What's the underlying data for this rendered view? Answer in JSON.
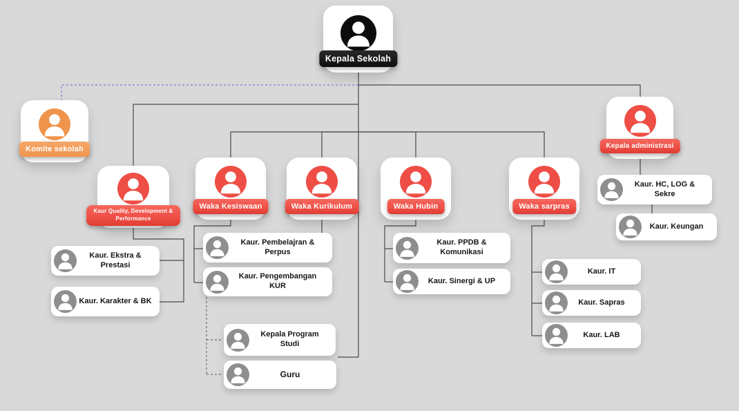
{
  "colors": {
    "background": "#d9d9d9",
    "card": "#ffffff",
    "red": "#ee4e45",
    "orange": "#f0944c",
    "black": "#0d0d0d",
    "gray": "#8e8e8e",
    "line": "#4a4a4a",
    "advisory_line": "#7b7bd4"
  },
  "nodes": {
    "kepala_sekolah": "Kepala Sekolah",
    "komite_sekolah": "Komite sekolah",
    "kepala_administrasi": "Kepala administrasi",
    "kaur_quality": "Kaur Quality, Development & Performance",
    "waka_kesiswaan": "Waka Kesiswaan",
    "waka_kurikulum": "Waka Kurikulum",
    "waka_hubin": "Waka Hubin",
    "waka_sarpras": "Waka sarpras",
    "kaur_ekstra": "Kaur. Ekstra & Prestasi",
    "kaur_karakter": "Kaur. Karakter & BK",
    "kaur_pembelajran": "Kaur. Pembelajran & Perpus",
    "kaur_pengembangan": "Kaur. Pengembangan KUR",
    "kaur_ppdb": "Kaur. PPDB & Komunikasi",
    "kaur_sinergi": "Kaur. Sinergi & UP",
    "kaur_it": "Kaur. IT",
    "kaur_sapras": "Kaur. Sapras",
    "kaur_lab": "Kaur. LAB",
    "kaur_hc": "Kaur. HC, LOG & Sekre",
    "kaur_keungan": "Kaur. Keungan",
    "kepala_program_studi": "Kepala Program Studi",
    "guru": "Guru"
  }
}
